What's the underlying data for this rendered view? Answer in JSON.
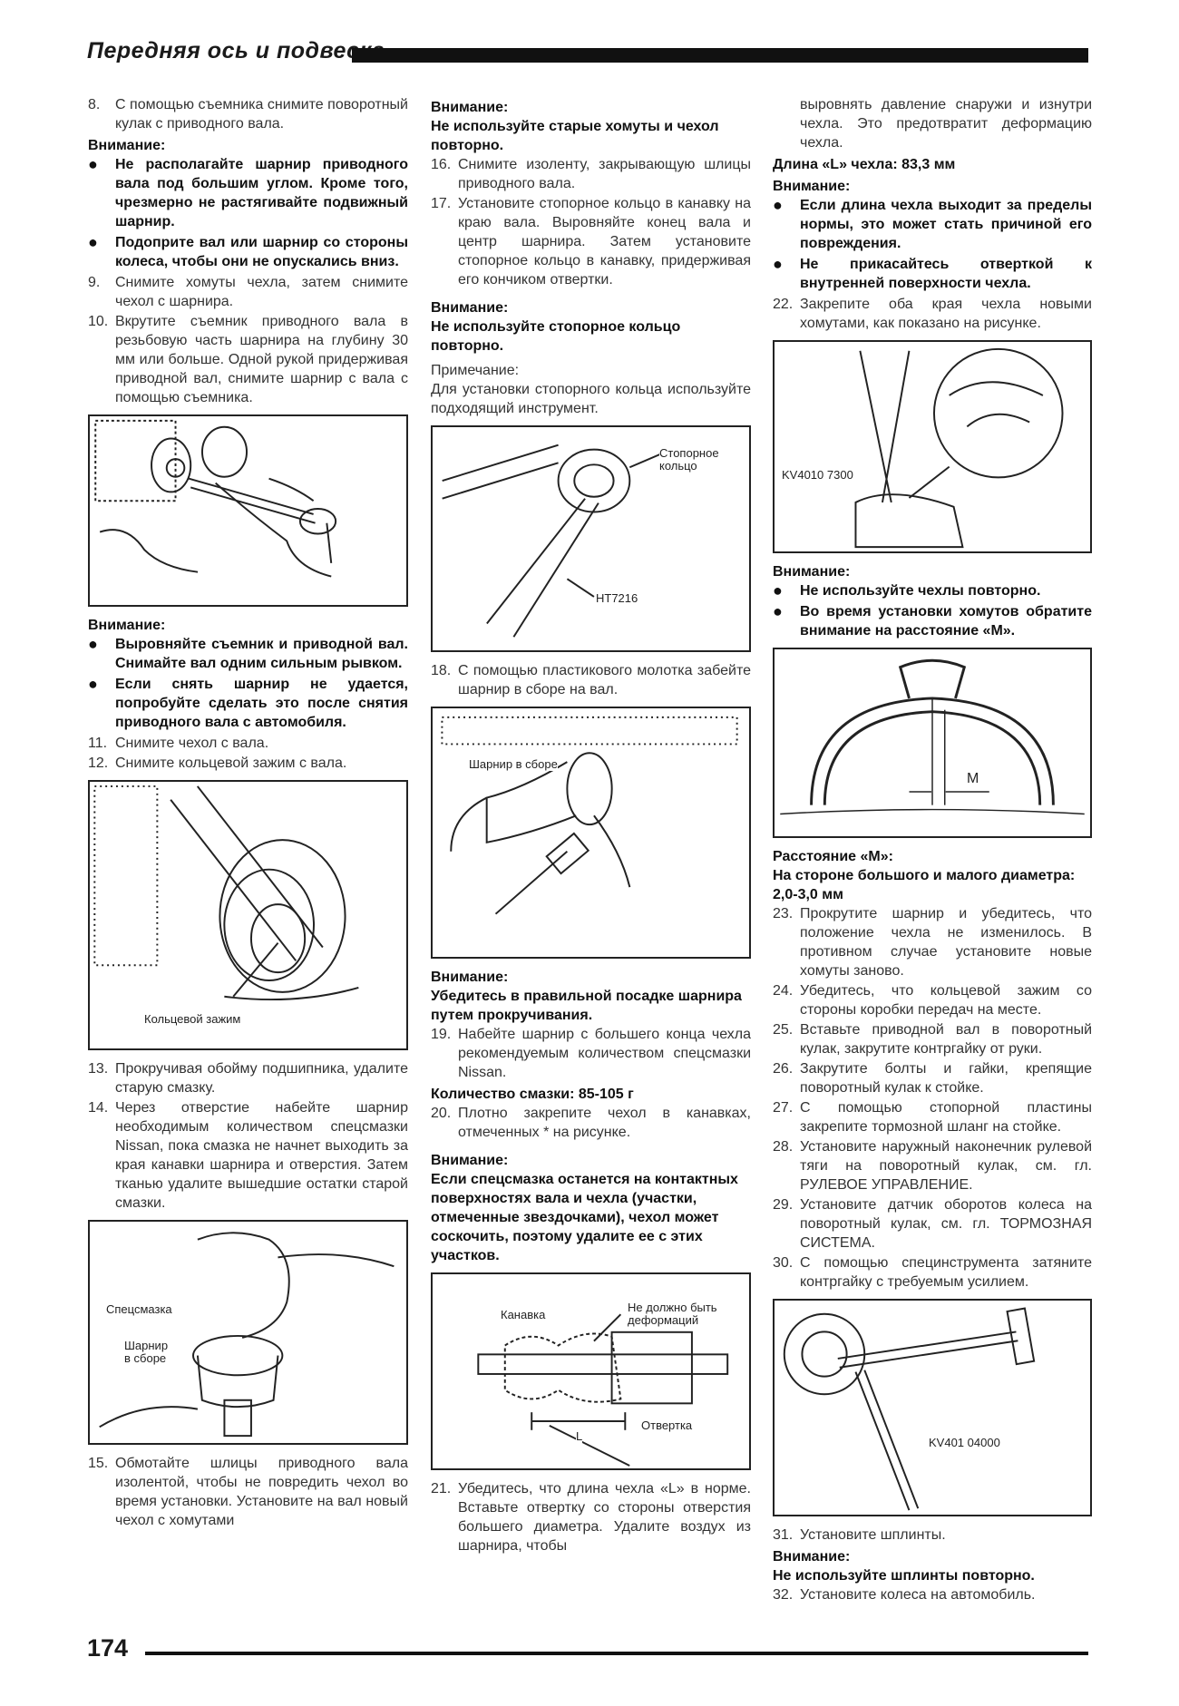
{
  "header": {
    "title": "Передняя ось и подвеска",
    "page_number": "174"
  },
  "col1": {
    "s8": {
      "num": "8.",
      "text": "С помощью съемника снимите поворотный кулак с приводного вала."
    },
    "att1": "Внимание:",
    "b1": "Не располагайте шарнир приводного вала под большим углом. Кроме того, чрезмерно не растягивайте подвижный шарнир.",
    "b2": "Подоприте вал или шарнир со стороны колеса, чтобы они не опускались вниз.",
    "s9": {
      "num": "9.",
      "text": "Снимите хомуты чехла, затем снимите чехол с шарнира."
    },
    "s10": {
      "num": "10.",
      "text": "Вкрутите съемник приводного вала в резьбовую часть шарнира на глубину 30 мм или больше. Одной рукой придерживая приводной вал, снимите шарнир с вала с помощью съемника."
    },
    "att2": "Внимание:",
    "b3": "Выровняйте съемник и приводной вал. Снимайте вал одним сильным рывком.",
    "b4": "Если снять шарнир не удается, попробуйте сделать это после снятия приводного вала с автомобиля.",
    "s11": {
      "num": "11.",
      "text": "Снимите чехол с вала."
    },
    "s12": {
      "num": "12.",
      "text": "Снимите кольцевой зажим с вала."
    },
    "fig2_label": "Кольцевой зажим",
    "s13": {
      "num": "13.",
      "text": "Прокручивая обойму подшипника, удалите старую смазку."
    },
    "s14": {
      "num": "14.",
      "text": "Через отверстие набейте шарнир необходимым количеством спецсмазки Nissan, пока смазка не начнет выходить за края канавки шарнира и отверстия. Затем тканью удалите вышедшие остатки старой смазки."
    },
    "fig3_label1": "Спецсмазка",
    "fig3_label2": "Шарнир в сборе",
    "s15": {
      "num": "15.",
      "text": "Обмотайте шлицы приводного вала изолентой, чтобы не повредить чехол во время установки. Установите на вал новый чехол с хомутами"
    }
  },
  "col2": {
    "att1": "Внимание:",
    "att1_text": "Не используйте старые хомуты и чехол повторно.",
    "s16": {
      "num": "16.",
      "text": "Снимите изоленту, закрывающую шлицы приводного вала."
    },
    "s17": {
      "num": "17.",
      "text": "Установите стопорное кольцо в канавку на краю вала. Выровняйте конец вала и центр шарнира. Затем установите стопорное кольцо в канавку, придерживая его кончиком отвертки."
    },
    "att2": "Внимание:",
    "att2_text": "Не используйте стопорное кольцо повторно.",
    "note_label": "Примечание:",
    "note_text": "Для установки стопорного кольца используйте подходящий инструмент.",
    "fig1_label1": "Стопорное кольцо",
    "fig1_label2": "HT7216",
    "s18": {
      "num": "18.",
      "text": "С помощью пластикового молотка забейте шарнир в сборе на вал."
    },
    "fig2_label": "Шарнир в сборе",
    "att3": "Внимание:",
    "att3_text": "Убедитесь в правильной посадке шарнира путем прокручивания.",
    "s19": {
      "num": "19.",
      "text": "Набейте шарнир с большего конца чехла рекомендуемым количеством спецсмазки Nissan."
    },
    "grease_label": "Количество смазки: 85-105 г",
    "s20": {
      "num": "20.",
      "text": "Плотно закрепите чехол в канавках, отмеченных * на рисунке."
    },
    "att4": "Внимание:",
    "att4_text": "Если спецсмазка останется на контактных поверхностях вала и чехла (участки, отмеченные звездочками), чехол может соскочить, поэтому удалите ее с этих участков.",
    "fig3_label1": "Канавка",
    "fig3_label2": "Не должно быть деформаций",
    "fig3_label3": "L",
    "fig3_label4": "Отвертка",
    "s21": {
      "num": "21.",
      "text": "Убедитесь, что длина чехла «L» в норме. Вставьте отвертку со стороны отверстия большего диаметра. Удалите воздух из шарнира, чтобы"
    }
  },
  "col3": {
    "cont": "выровнять давление снаружи и изнутри чехла. Это предотвратит деформацию чехла.",
    "len_label": "Длина «L» чехла: 83,3 мм",
    "att1": "Внимание:",
    "b1": "Если длина чехла выходит за пределы нормы, это может стать причиной его повреждения.",
    "b2": "Не прикасайтесь отверткой к внутренней поверхности чехла.",
    "s22": {
      "num": "22.",
      "text": "Закрепите оба края чехла новыми хомутами, как показано на рисунке."
    },
    "fig1_label": "KV4010 7300",
    "att2": "Внимание:",
    "b3": "Не используйте чехлы повторно.",
    "b4": "Во время установки хомутов обратите внимание на расстояние «М».",
    "fig2_label": "M",
    "dist_label": "Расстояние «М»:",
    "dist_text": "На стороне большого и малого диаметра: 2,0-3,0 мм",
    "s23": {
      "num": "23.",
      "text": "Прокрутите шарнир и убедитесь, что положение чехла не изменилось. В противном случае установите новые хомуты заново."
    },
    "s24": {
      "num": "24.",
      "text": "Убедитесь, что кольцевой зажим со стороны коробки передач на месте."
    },
    "s25": {
      "num": "25.",
      "text": "Вставьте приводной вал в поворотный кулак, закрутите контргайку от руки."
    },
    "s26": {
      "num": "26.",
      "text": "Закрутите болты и гайки, крепящие поворотный кулак к стойке."
    },
    "s27": {
      "num": "27.",
      "text": "С помощью стопорной пластины закрепите тормозной шланг на стойке."
    },
    "s28": {
      "num": "28.",
      "text": "Установите наружный наконечник рулевой тяги на поворотный кулак, см. гл. РУЛЕВОЕ УПРАВЛЕНИЕ."
    },
    "s29": {
      "num": "29.",
      "text": "Установите датчик оборотов колеса на поворотный кулак, см. гл. ТОРМОЗНАЯ СИСТЕМА."
    },
    "s30": {
      "num": "30.",
      "text": "С помощью специнструмента затяните контргайку с требуемым усилием."
    },
    "fig3_label": "KV401 04000",
    "s31": {
      "num": "31.",
      "text": "Установите шплинты."
    },
    "att3": "Внимание:",
    "att3_text": "Не используйте шплинты повторно.",
    "s32": {
      "num": "32.",
      "text": "Установите колеса на автомобиль."
    }
  }
}
